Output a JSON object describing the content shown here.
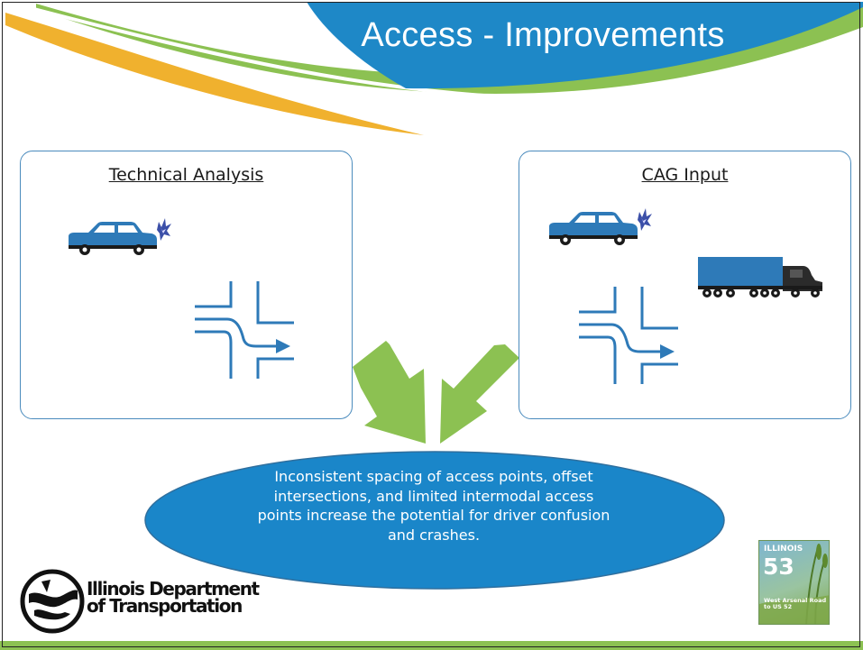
{
  "title": "Access - Improvements",
  "panels": {
    "left": {
      "heading": "Technical Analysis",
      "icons": [
        "car-crash-icon",
        "offset-intersection-icon"
      ]
    },
    "right": {
      "heading": "CAG Input",
      "icons": [
        "car-crash-icon",
        "truck-icon",
        "offset-intersection-icon"
      ]
    }
  },
  "conclusion": "Inconsistent spacing of access points, offset intersections, and limited intermodal access points increase the potential for driver confusion and crashes.",
  "footer": {
    "agency_logo_text_line1": "Illinois Department",
    "agency_logo_text_line2": "of Transportation",
    "badge_state": "ILLINOIS",
    "badge_route": "53",
    "badge_subtitle": "West Arsenal Road to US 52"
  },
  "colors": {
    "title_swoosh_blue": "#1e88c7",
    "swoosh_green": "#8cc152",
    "swoosh_orange": "#f0b12e",
    "arrow_green": "#8cc152",
    "panel_border": "#4a8bbd",
    "ellipse_blue": "#1a86c9",
    "icon_blue": "#2e7ab8"
  }
}
